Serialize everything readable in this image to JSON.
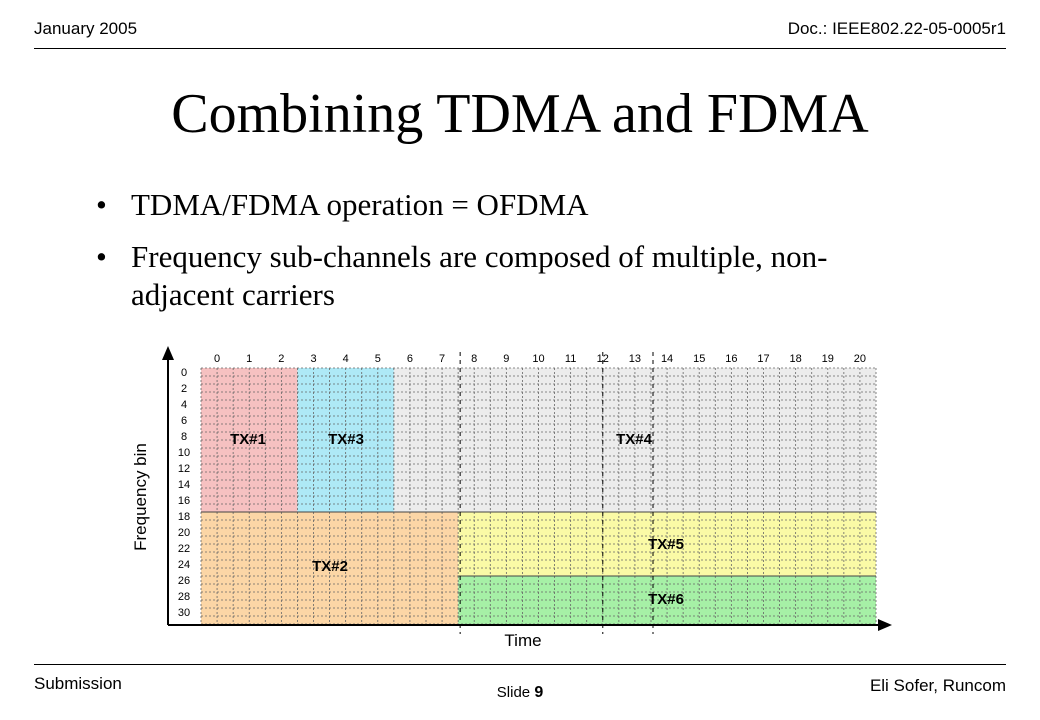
{
  "header": {
    "date": "January 2005",
    "doc": "Doc.: IEEE802.22-05-0005r1"
  },
  "slide": {
    "title": "Combining TDMA and FDMA",
    "bullets": [
      "TDMA/FDMA operation = OFDMA",
      "Frequency sub-channels are composed of multiple, non-adjacent carriers"
    ]
  },
  "diagram": {
    "x_label": "Time",
    "y_label": "Frequency bin",
    "x_ticks": [
      "0",
      "1",
      "2",
      "3",
      "4",
      "5",
      "6",
      "7",
      "8",
      "9",
      "10",
      "11",
      "12",
      "13",
      "14",
      "15",
      "16",
      "17",
      "18",
      "19",
      "20"
    ],
    "y_ticks": [
      "0",
      "2",
      "4",
      "6",
      "8",
      "10",
      "12",
      "14",
      "16",
      "18",
      "20",
      "22",
      "24",
      "26",
      "28",
      "30"
    ],
    "regions": [
      {
        "label": "TX#1",
        "color": "#f6c1c1",
        "t": [
          0,
          3
        ],
        "f": [
          0,
          18
        ]
      },
      {
        "label": "TX#3",
        "color": "#aee9f6",
        "t": [
          3,
          6
        ],
        "f": [
          0,
          18
        ]
      },
      {
        "label": "TX#4",
        "color": "#ececec",
        "t": [
          6,
          21
        ],
        "f": [
          0,
          18
        ]
      },
      {
        "label": "TX#2",
        "color": "#fcd6a6",
        "t": [
          0,
          8
        ],
        "f": [
          18,
          32
        ]
      },
      {
        "label": "TX#5",
        "color": "#fafaa6",
        "t": [
          8,
          21
        ],
        "f": [
          18,
          26
        ]
      },
      {
        "label": "TX#6",
        "color": "#a6f0a6",
        "t": [
          8,
          21
        ],
        "f": [
          26,
          32
        ]
      }
    ]
  },
  "footer": {
    "left": "Submission",
    "slide_prefix": "Slide",
    "slide_number": "9",
    "author": "Eli Sofer, Runcom"
  }
}
